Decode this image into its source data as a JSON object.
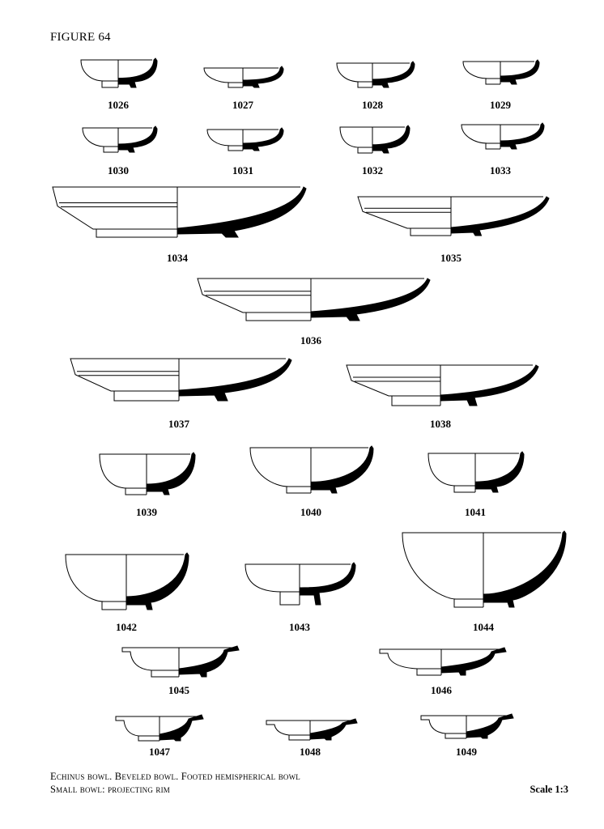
{
  "figure_title": "FIGURE 64",
  "caption": {
    "line1": "Echinus bowl. Beveled bowl. Footed hemispherical bowl",
    "line2": "Small bowl: projecting rim"
  },
  "scale": "Scale 1:3",
  "vessels": [
    {
      "id": "1026",
      "profile": "echinus"
    },
    {
      "id": "1027",
      "profile": "echinus"
    },
    {
      "id": "1028",
      "profile": "echinus"
    },
    {
      "id": "1029",
      "profile": "echinus"
    },
    {
      "id": "1030",
      "profile": "echinus"
    },
    {
      "id": "1031",
      "profile": "echinus"
    },
    {
      "id": "1032",
      "profile": "echinus"
    },
    {
      "id": "1033",
      "profile": "echinus"
    },
    {
      "id": "1034",
      "profile": "beveled"
    },
    {
      "id": "1035",
      "profile": "beveled"
    },
    {
      "id": "1036",
      "profile": "beveled"
    },
    {
      "id": "1037",
      "profile": "beveled"
    },
    {
      "id": "1038",
      "profile": "beveled"
    },
    {
      "id": "1039",
      "profile": "hemispherical"
    },
    {
      "id": "1040",
      "profile": "hemispherical"
    },
    {
      "id": "1041",
      "profile": "hemispherical"
    },
    {
      "id": "1042",
      "profile": "hemispherical"
    },
    {
      "id": "1043",
      "profile": "hemispherical"
    },
    {
      "id": "1044",
      "profile": "hemispherical"
    },
    {
      "id": "1045",
      "profile": "projecting-rim"
    },
    {
      "id": "1046",
      "profile": "projecting-rim"
    },
    {
      "id": "1047",
      "profile": "projecting-rim"
    },
    {
      "id": "1048",
      "profile": "projecting-rim"
    },
    {
      "id": "1049",
      "profile": "projecting-rim"
    }
  ]
}
